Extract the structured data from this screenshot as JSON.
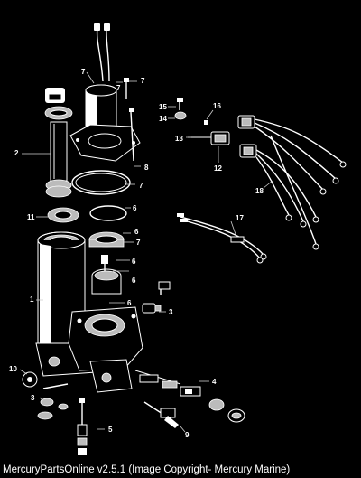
{
  "footer": {
    "text": "MercuryPartsOnline v2.5.1 (Image Copyright- Mercury Marine)"
  },
  "callouts": {
    "c1": "1",
    "c2": "2",
    "c3a": "3",
    "c3b": "3",
    "c4": "4",
    "c5": "5",
    "c6a": "6",
    "c6b": "6",
    "c6c": "6",
    "c6d": "6",
    "c6e": "6",
    "c7a": "7",
    "c7b": "7",
    "c7c": "7",
    "c7d": "7",
    "c7e": "7",
    "c8": "8",
    "c9": "9",
    "c10": "10",
    "c11": "11",
    "c12": "12",
    "c13": "13",
    "c14": "14",
    "c15": "15",
    "c16": "16",
    "c17": "17",
    "c18": "18"
  }
}
